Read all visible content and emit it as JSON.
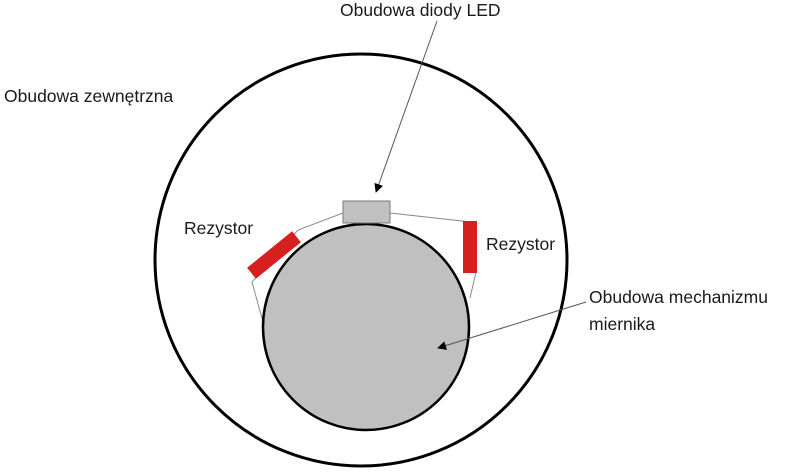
{
  "labels": {
    "led_housing": "Obudowa diody LED",
    "outer_housing": "Obudowa zewnętrzna",
    "resistor_left": "Rezystor",
    "resistor_right": "Rezystor",
    "meter_housing_line1": "Obudowa mechanizmu",
    "meter_housing_line2": "miernika"
  },
  "colors": {
    "outline": "#000000",
    "meter_fill": "#c0c0c0",
    "led_fill": "#c0c0c0",
    "resistor_fill": "#d62020",
    "wire": "#8a8a8a"
  }
}
